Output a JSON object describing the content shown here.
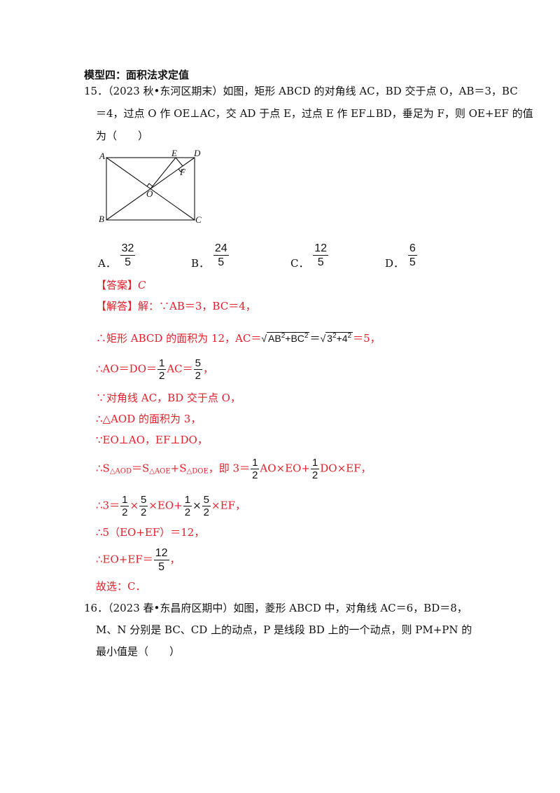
{
  "section_title": "模型四：面积法求定值",
  "q15": {
    "line1": "15．（2023 秋•东河区期末）如图，矩形 ABCD 的对角线 AC，BD 交于点 O，AB＝3，BC",
    "line2": "＝4，过点 O 作 OE⊥AC，交 AD 于点 E，过点 E 作 EF⊥BD，垂足为 F，则 OE+EF 的值",
    "line3": "为（　　）",
    "figure_labels": {
      "A": "A",
      "B": "B",
      "C": "C",
      "D": "D",
      "E": "E",
      "F": "F",
      "O": "O"
    },
    "options": [
      {
        "label": "A．",
        "num": "32",
        "den": "5"
      },
      {
        "label": "B．",
        "num": "24",
        "den": "5"
      },
      {
        "label": "C．",
        "num": "12",
        "den": "5"
      },
      {
        "label": "D．",
        "num": "6",
        "den": "5"
      }
    ]
  },
  "answer": {
    "tag": "【答案】",
    "value": "C"
  },
  "solution": {
    "tag": "【解答】",
    "s1": "解：∵AB＝3，BC＝4，",
    "s2_pre": "∴矩形 ABCD 的面积为 12，AC＝",
    "s2_sqrt1": "AB",
    "s2_sqrt1b": "+BC",
    "s2_eq": "＝",
    "s2_sqrt2": "3",
    "s2_sqrt2b": "+4",
    "s2_post": "＝5，",
    "exp2": "2",
    "s3_pre": "∴AO＝DO＝",
    "s3_f1_num": "1",
    "s3_f1_den": "2",
    "s3_mid": "AC＝",
    "s3_f2_num": "5",
    "s3_f2_den": "2",
    "s3_post": "，",
    "s4": "∵对角线 AC，BD 交于点 O，",
    "s5": "∴△AOD 的面积为 3，",
    "s6": "∵EO⊥AO，EF⊥DO，",
    "s7_a": "∴S",
    "s7_sub1": "△AOD",
    "s7_b": "＝S",
    "s7_sub2": "△AOE",
    "s7_c": "+S",
    "s7_sub3": "△DOE",
    "s7_d": "，即 3＝",
    "s7_f_num": "1",
    "s7_f_den": "2",
    "s7_e": "AO×EO+",
    "s7_g": "DO×EF，",
    "s8_a": "∴3＝",
    "s8_f1_num": "1",
    "s8_f1_den": "2",
    "s8_times1": "×",
    "s8_f2_num": "5",
    "s8_f2_den": "2",
    "s8_b": "×EO+",
    "s8_times2": "×",
    "s8_c": "×EF，",
    "s9": "∴5（EO+EF）＝12，",
    "s10_pre": "∴EO+EF＝",
    "s10_num": "12",
    "s10_den": "5",
    "s10_post": "，",
    "s11": "故选：C．"
  },
  "q16": {
    "line1": "16．（2023 春•东昌府区期中）如图，菱形 ABCD 中，对角线 AC＝6，BD＝8，",
    "line2": "M、N 分别是 BC、CD 上的动点，P 是线段 BD 上的一个动点，则 PM+PN 的",
    "line3": "最小值是（　　）"
  }
}
